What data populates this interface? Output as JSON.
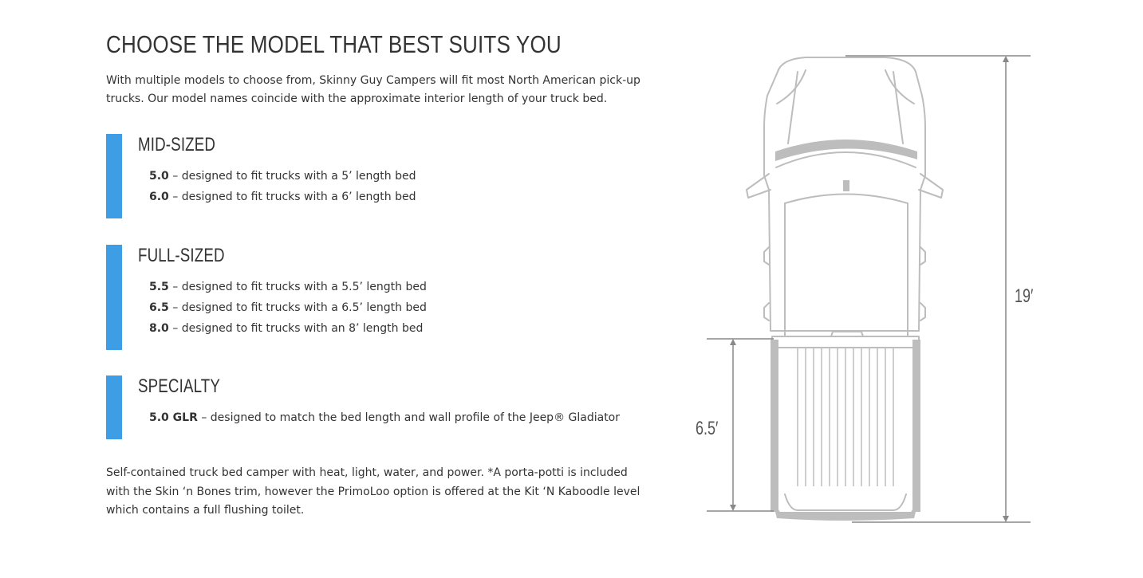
{
  "heading": "CHOOSE THE MODEL THAT BEST SUITS YOU",
  "intro": "With multiple models to choose from, Skinny Guy Campers will fit most North American pick-up trucks. Our model names coincide with the approximate interior length of your truck bed.",
  "groups": [
    {
      "title": "MID-SIZED",
      "items": [
        {
          "model": "5.0",
          "desc": " – designed to fit trucks with a 5’ length bed"
        },
        {
          "model": "6.0",
          "desc": " – designed to fit trucks with a 6’ length bed"
        }
      ]
    },
    {
      "title": "FULL-SIZED",
      "items": [
        {
          "model": "5.5",
          "desc": " – designed to fit trucks with a 5.5’ length bed"
        },
        {
          "model": "6.5",
          "desc": " – designed to fit trucks with a 6.5’ length bed"
        },
        {
          "model": "8.0",
          "desc": " – designed to fit trucks with an 8’ length bed"
        }
      ]
    },
    {
      "title": "SPECIALTY",
      "items": [
        {
          "model": "5.0 GLR",
          "desc": " – designed to match the bed length and wall profile of the Jeep® Gladiator"
        }
      ]
    }
  ],
  "footnote": "Self-contained truck bed camper with heat, light, water, and power. *A porta-potti is included with the Skin ‘n Bones trim, however the PrimoLoo option is offered at the Kit ‘N Kaboodle level which contains a full flushing toilet.",
  "diagram": {
    "total_length_label": "19′",
    "bed_length_label": "6.5′"
  },
  "colors": {
    "accent_bar": "#3d9ee5",
    "text": "#333333",
    "truck_outline": "#bdbdbd",
    "dimension_lines": "#888888"
  }
}
